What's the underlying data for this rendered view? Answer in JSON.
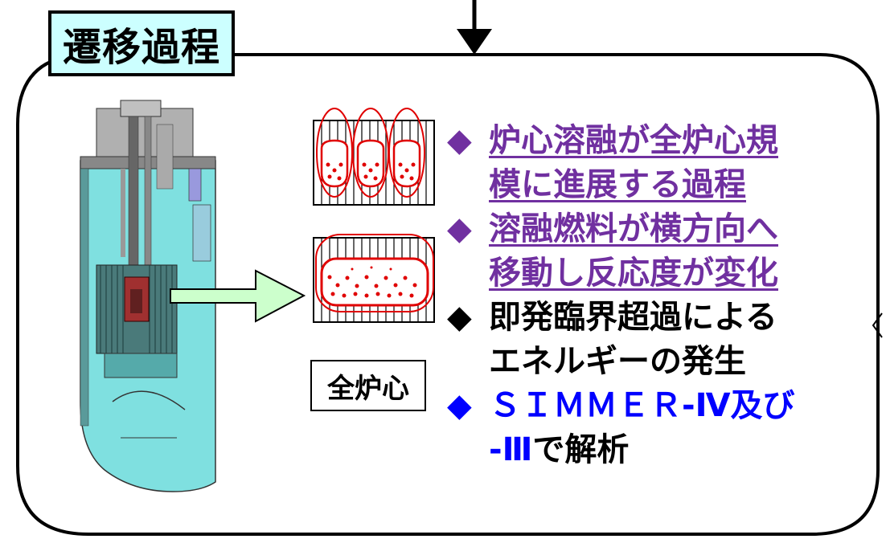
{
  "title": "遷移過程",
  "core_label": "全炉心",
  "bullets": [
    {
      "marker": "◆",
      "color": "#7030a0",
      "underline": true,
      "lines": [
        "炉心溶融が全炉心規",
        "模に進展する過程"
      ]
    },
    {
      "marker": "◆",
      "color": "#7030a0",
      "underline": true,
      "lines": [
        "溶融燃料が横方向へ",
        "移動し反応度が変化"
      ]
    },
    {
      "marker": "◆",
      "color": "#000000",
      "underline": false,
      "lines": [
        "即発臨界超過による",
        "エネルギーの発生"
      ]
    },
    {
      "marker": "◆",
      "color": "#0000ff",
      "underline": false,
      "line1": "ＳＩＭＭＥＲ-Ⅳ及び",
      "line2_blue": "-Ⅲ",
      "line2_black": "で解析"
    }
  ],
  "colors": {
    "title_fill": "#ccffff",
    "arrow_fill": "#ccffcc",
    "reactor_fill": "#66dddd",
    "melt_outline": "#e00000"
  },
  "icons": [
    "down-arrow-icon",
    "right-arrow-icon",
    "reactor-vessel-illustration",
    "melt-pool-icon"
  ]
}
